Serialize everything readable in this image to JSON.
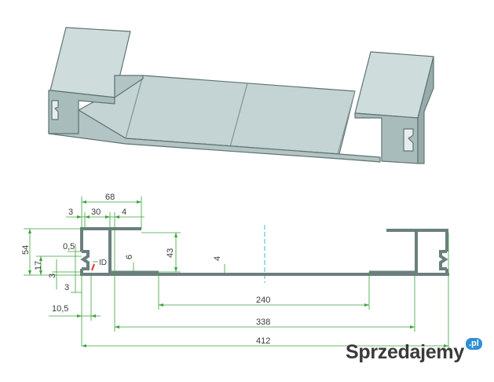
{
  "drawing": {
    "dimensions": {
      "width_total_top": "68",
      "left_wall": "3",
      "left_gap": "30",
      "flange": "4",
      "height_total": "54",
      "lip": "0,5",
      "lower_height": "17",
      "base_thickness": "3",
      "bottom_gap": "3",
      "offset": "10,5",
      "inner_height": "43",
      "web_height": "6",
      "floor_thickness": "4",
      "floor_span": "240",
      "inner_span": "338",
      "overall_span": "412"
    },
    "marker_label": "ID"
  },
  "watermark": {
    "brand": "Sprzedajemy",
    "tld": ".pl"
  },
  "colors": {
    "profile_face": "#c4d3d3",
    "profile_edge": "#5f7373",
    "section": "#6b7f7f",
    "dimension": "#3aa33a",
    "centerline": "#3fb9c9",
    "brand": "#2f8fd6"
  }
}
